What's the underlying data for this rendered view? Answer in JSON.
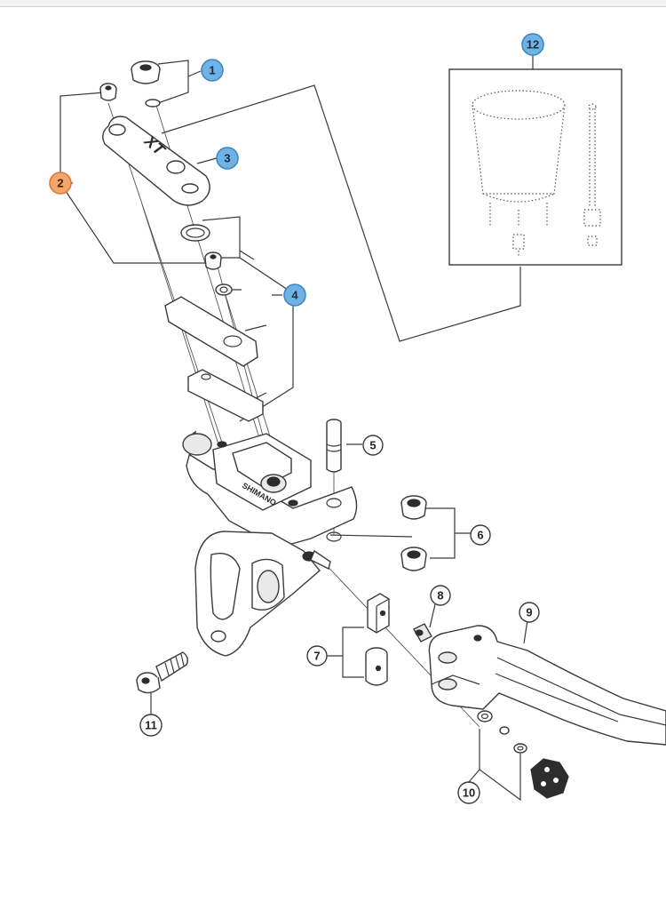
{
  "callouts": [
    {
      "id": "1",
      "label": "1",
      "style": "blue"
    },
    {
      "id": "2",
      "label": "2",
      "style": "orange"
    },
    {
      "id": "3",
      "label": "3",
      "style": "blue"
    },
    {
      "id": "4",
      "label": "4",
      "style": "blue"
    },
    {
      "id": "5",
      "label": "5",
      "style": "plain"
    },
    {
      "id": "6",
      "label": "6",
      "style": "plain"
    },
    {
      "id": "7",
      "label": "7",
      "style": "plain"
    },
    {
      "id": "8",
      "label": "8",
      "style": "plain"
    },
    {
      "id": "9",
      "label": "9",
      "style": "plain"
    },
    {
      "id": "10",
      "label": "10",
      "style": "plain"
    },
    {
      "id": "11",
      "label": "11",
      "style": "plain"
    },
    {
      "id": "12",
      "label": "12",
      "style": "blue"
    }
  ],
  "clamp_logo": "XT",
  "colors": {
    "blue_fill": "#6fb2e6",
    "blue_stroke": "#3c86c4",
    "orange_fill": "#f4a56a",
    "orange_stroke": "#d97b3a",
    "line": "#3a3a3a"
  }
}
